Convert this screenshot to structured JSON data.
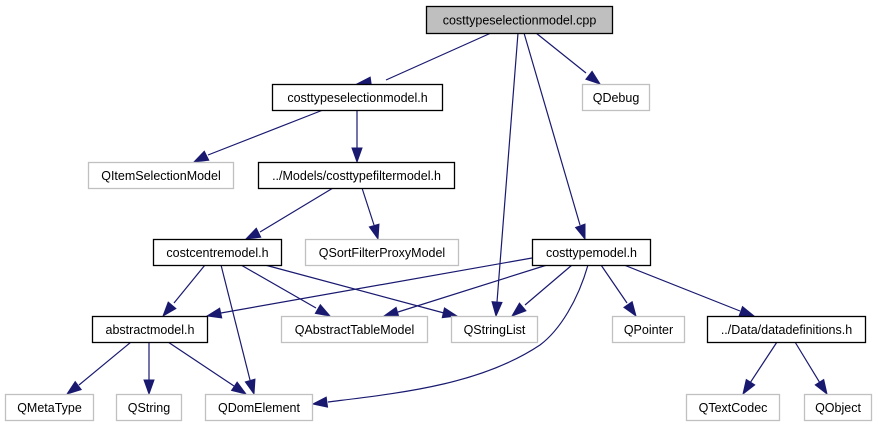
{
  "diagram": {
    "type": "include-dependency-graph",
    "root": "costtypeselectionmodel.cpp",
    "colors": {
      "edge": "#191970",
      "root_fill": "#bfbfbf",
      "root_border": "#000000",
      "documented_border": "#000000",
      "external_border": "#c0c0c0",
      "node_fill": "#ffffff"
    },
    "nodes": [
      {
        "id": "costtypeselectionmodel_cpp",
        "label": "costtypeselectionmodel.cpp",
        "kind": "root"
      },
      {
        "id": "costtypeselectionmodel_h",
        "label": "costtypeselectionmodel.h",
        "kind": "documented"
      },
      {
        "id": "qdebug",
        "label": "QDebug",
        "kind": "external"
      },
      {
        "id": "qitemselectionmodel",
        "label": "QItemSelectionModel",
        "kind": "external"
      },
      {
        "id": "costtypefiltermodel_h",
        "label": "../Models/costtypefiltermodel.h",
        "kind": "documented"
      },
      {
        "id": "costcentremodel_h",
        "label": "costcentremodel.h",
        "kind": "documented"
      },
      {
        "id": "qsortfilterproxymodel",
        "label": "QSortFilterProxyModel",
        "kind": "external"
      },
      {
        "id": "costtypemodel_h",
        "label": "costtypemodel.h",
        "kind": "documented"
      },
      {
        "id": "abstractmodel_h",
        "label": "abstractmodel.h",
        "kind": "documented"
      },
      {
        "id": "qabstracttablemodel",
        "label": "QAbstractTableModel",
        "kind": "external"
      },
      {
        "id": "qstringlist",
        "label": "QStringList",
        "kind": "external"
      },
      {
        "id": "qpointer",
        "label": "QPointer",
        "kind": "external"
      },
      {
        "id": "datadefinitions_h",
        "label": "../Data/datadefinitions.h",
        "kind": "documented"
      },
      {
        "id": "qmetatype",
        "label": "QMetaType",
        "kind": "external"
      },
      {
        "id": "qstring",
        "label": "QString",
        "kind": "external"
      },
      {
        "id": "qdomelement",
        "label": "QDomElement",
        "kind": "external"
      },
      {
        "id": "qtextcodec",
        "label": "QTextCodec",
        "kind": "external"
      },
      {
        "id": "qobject",
        "label": "QObject",
        "kind": "external"
      }
    ],
    "edges": [
      {
        "from": "costtypeselectionmodel_cpp",
        "to": "costtypeselectionmodel_h"
      },
      {
        "from": "costtypeselectionmodel_cpp",
        "to": "qdebug"
      },
      {
        "from": "costtypeselectionmodel_cpp",
        "to": "qstringlist"
      },
      {
        "from": "costtypeselectionmodel_cpp",
        "to": "costtypemodel_h"
      },
      {
        "from": "costtypeselectionmodel_h",
        "to": "qitemselectionmodel"
      },
      {
        "from": "costtypeselectionmodel_h",
        "to": "costtypefiltermodel_h"
      },
      {
        "from": "costtypefiltermodel_h",
        "to": "costcentremodel_h"
      },
      {
        "from": "costtypefiltermodel_h",
        "to": "qsortfilterproxymodel"
      },
      {
        "from": "costcentremodel_h",
        "to": "abstractmodel_h"
      },
      {
        "from": "costcentremodel_h",
        "to": "qdomelement"
      },
      {
        "from": "costcentremodel_h",
        "to": "qabstracttablemodel"
      },
      {
        "from": "costcentremodel_h",
        "to": "qstringlist"
      },
      {
        "from": "costtypemodel_h",
        "to": "abstractmodel_h"
      },
      {
        "from": "costtypemodel_h",
        "to": "qabstracttablemodel"
      },
      {
        "from": "costtypemodel_h",
        "to": "qstringlist"
      },
      {
        "from": "costtypemodel_h",
        "to": "qdomelement"
      },
      {
        "from": "costtypemodel_h",
        "to": "qpointer"
      },
      {
        "from": "costtypemodel_h",
        "to": "datadefinitions_h"
      },
      {
        "from": "abstractmodel_h",
        "to": "qmetatype"
      },
      {
        "from": "abstractmodel_h",
        "to": "qstring"
      },
      {
        "from": "abstractmodel_h",
        "to": "qdomelement"
      },
      {
        "from": "datadefinitions_h",
        "to": "qtextcodec"
      },
      {
        "from": "datadefinitions_h",
        "to": "qobject"
      }
    ]
  }
}
